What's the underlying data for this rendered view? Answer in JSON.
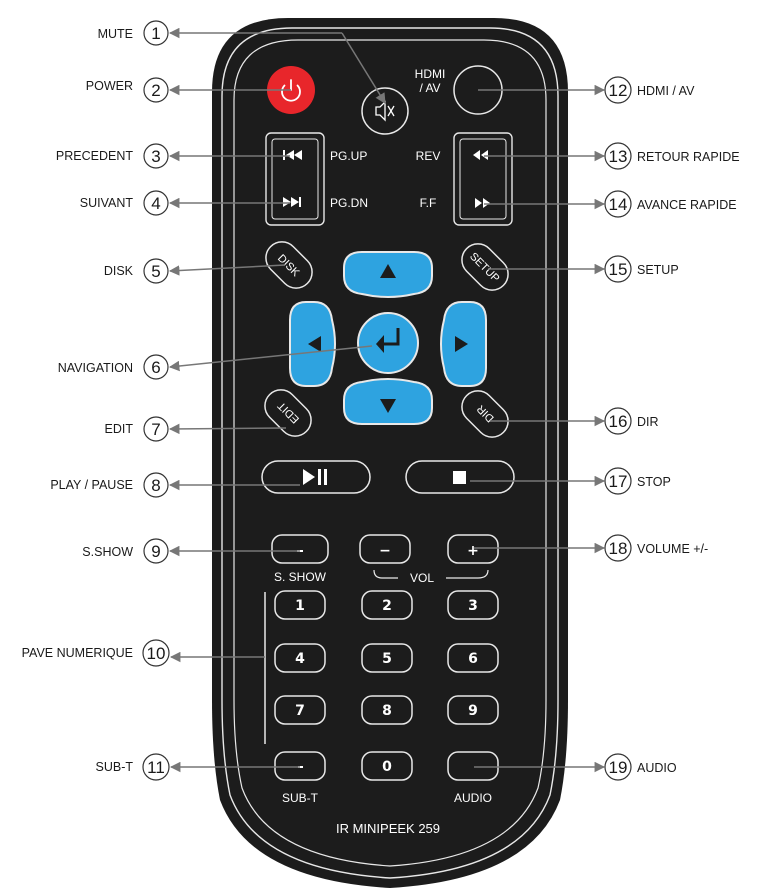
{
  "remote": {
    "labels": {
      "hdmi_line1": "HDMI",
      "hdmi_line2": "/ AV",
      "pg_up": "PG.UP",
      "pg_dn": "PG.DN",
      "rev": "REV",
      "ff": "F.F",
      "disk": "DISK",
      "setup": "SETUP",
      "edit": "EDIT",
      "dir": "DIR",
      "s_show": "S. SHOW",
      "vol": "VOL",
      "sub_t": "SUB-T",
      "audio": "AUDIO",
      "model": "IR MINIPEEK 259"
    },
    "number_keys": [
      "1",
      "2",
      "3",
      "4",
      "5",
      "6",
      "7",
      "8",
      "9",
      "0"
    ],
    "volume_keys": {
      "minus": "−",
      "plus": "+"
    },
    "colors": {
      "body": "#1c1c1c",
      "power": "#e8262b",
      "nav": "#2ea3e0",
      "outline": "#e8e8e8"
    }
  },
  "callouts": {
    "left": [
      {
        "num": "1",
        "label": "MUTE"
      },
      {
        "num": "2",
        "label": "POWER"
      },
      {
        "num": "3",
        "label": "PRECEDENT"
      },
      {
        "num": "4",
        "label": "SUIVANT"
      },
      {
        "num": "5",
        "label": "DISK"
      },
      {
        "num": "6",
        "label": "NAVIGATION"
      },
      {
        "num": "7",
        "label": "EDIT"
      },
      {
        "num": "8",
        "label": "PLAY / PAUSE"
      },
      {
        "num": "9",
        "label": "S.SHOW"
      },
      {
        "num": "10",
        "label": "PAVE NUMERIQUE"
      },
      {
        "num": "11",
        "label": "SUB-T"
      }
    ],
    "right": [
      {
        "num": "12",
        "label": "HDMI / AV"
      },
      {
        "num": "13",
        "label": "RETOUR RAPIDE"
      },
      {
        "num": "14",
        "label": "AVANCE RAPIDE"
      },
      {
        "num": "15",
        "label": "SETUP"
      },
      {
        "num": "16",
        "label": "DIR"
      },
      {
        "num": "17",
        "label": "STOP"
      },
      {
        "num": "18",
        "label": "VOLUME +/-"
      },
      {
        "num": "19",
        "label": "AUDIO"
      }
    ]
  }
}
